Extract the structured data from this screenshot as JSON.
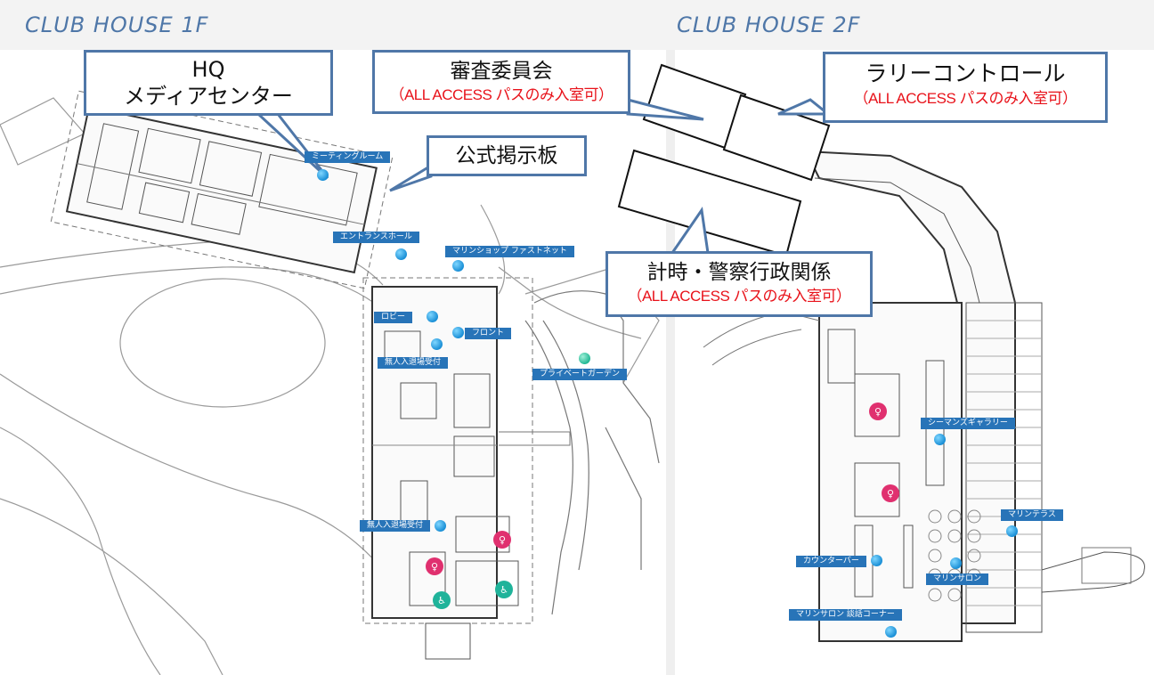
{
  "floors": {
    "first": "CLUB HOUSE 1F",
    "second": "CLUB HOUSE 2F"
  },
  "callouts": {
    "hq": {
      "line1": "HQ",
      "line2": "メディアセンター"
    },
    "jury": {
      "title": "審査委員会",
      "note": "（ALL ACCESS パスのみ入室可）"
    },
    "board": {
      "title": "公式掲示板"
    },
    "rally": {
      "title": "ラリーコントロール",
      "note": "（ALL ACCESS パスのみ入室可）"
    },
    "timing": {
      "title": "計時・警察行政関係",
      "note": "（ALL ACCESS パスのみ入室可）"
    }
  },
  "poi_labels": {
    "meeting": "ミーティングルーム",
    "entrance": "エントランスホール",
    "marine_shop": "マリンショップ ファストネット",
    "lobby": "ロビー",
    "front": "フロント",
    "unmanned1": "無人入退場受付",
    "garden": "プライベートガーデン",
    "unmanned2": "無人入退場受付",
    "seamans": "シーマンズギャラリー",
    "terrace": "マリンテラス",
    "counter": "カウンターバー",
    "salon": "マリンサロン",
    "salon_corner": "マリンサロン 談話コーナー"
  },
  "colors": {
    "callout_border": "#4f77a8",
    "label_bg": "#2874b8",
    "note_red": "#e8121a",
    "poi_dot": "#1a8fd6",
    "restroom_pink": "#e0306f",
    "restroom_green": "#1fb39a"
  },
  "icons": [
    "poi-dot-icon",
    "restroom-icon",
    "accessible-restroom-icon"
  ]
}
